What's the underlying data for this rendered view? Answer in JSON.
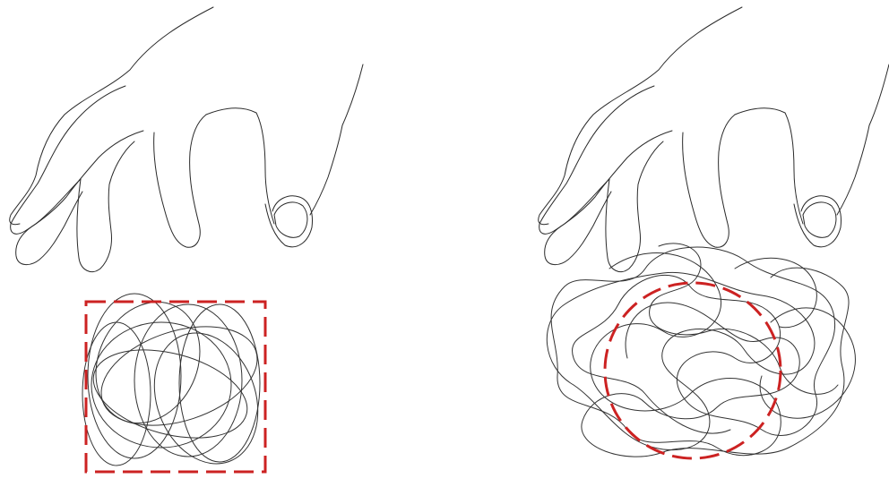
{
  "figure": {
    "panels": [
      {
        "hand": "hand-outline",
        "scribble": "tangled-loops",
        "bounding_shape": "square"
      },
      {
        "hand": "hand-outline",
        "scribble": "tangled-loops",
        "bounding_shape": "circle"
      }
    ],
    "colors": {
      "line": "#2a2a2a",
      "scribble": "#333333",
      "highlight": "#cc2222",
      "background": "#ffffff"
    }
  }
}
